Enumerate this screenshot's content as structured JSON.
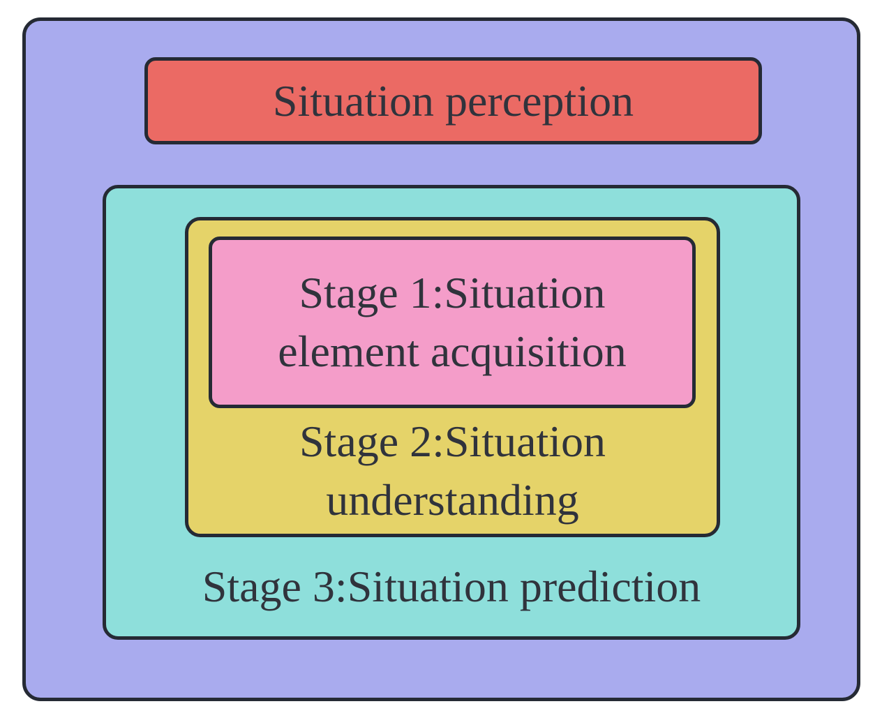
{
  "diagram": {
    "boxes": {
      "perception": {
        "label": "Situation perception"
      },
      "stage1": {
        "line1": "Stage 1:Situation",
        "line2": "element acquisition"
      },
      "stage2": {
        "line1": "Stage 2:Situation",
        "line2": "understanding"
      },
      "stage3": {
        "label": "Stage 3:Situation prediction"
      }
    },
    "colors": {
      "page_bg": "#ffffff",
      "outer_bg": "#a9abee",
      "perception_bg": "#eb6a64",
      "prediction_bg": "#8edfdb",
      "understanding_bg": "#e5d369",
      "acquisition_bg": "#f49dc9",
      "border": "#252a34",
      "text": "#30333c"
    }
  }
}
